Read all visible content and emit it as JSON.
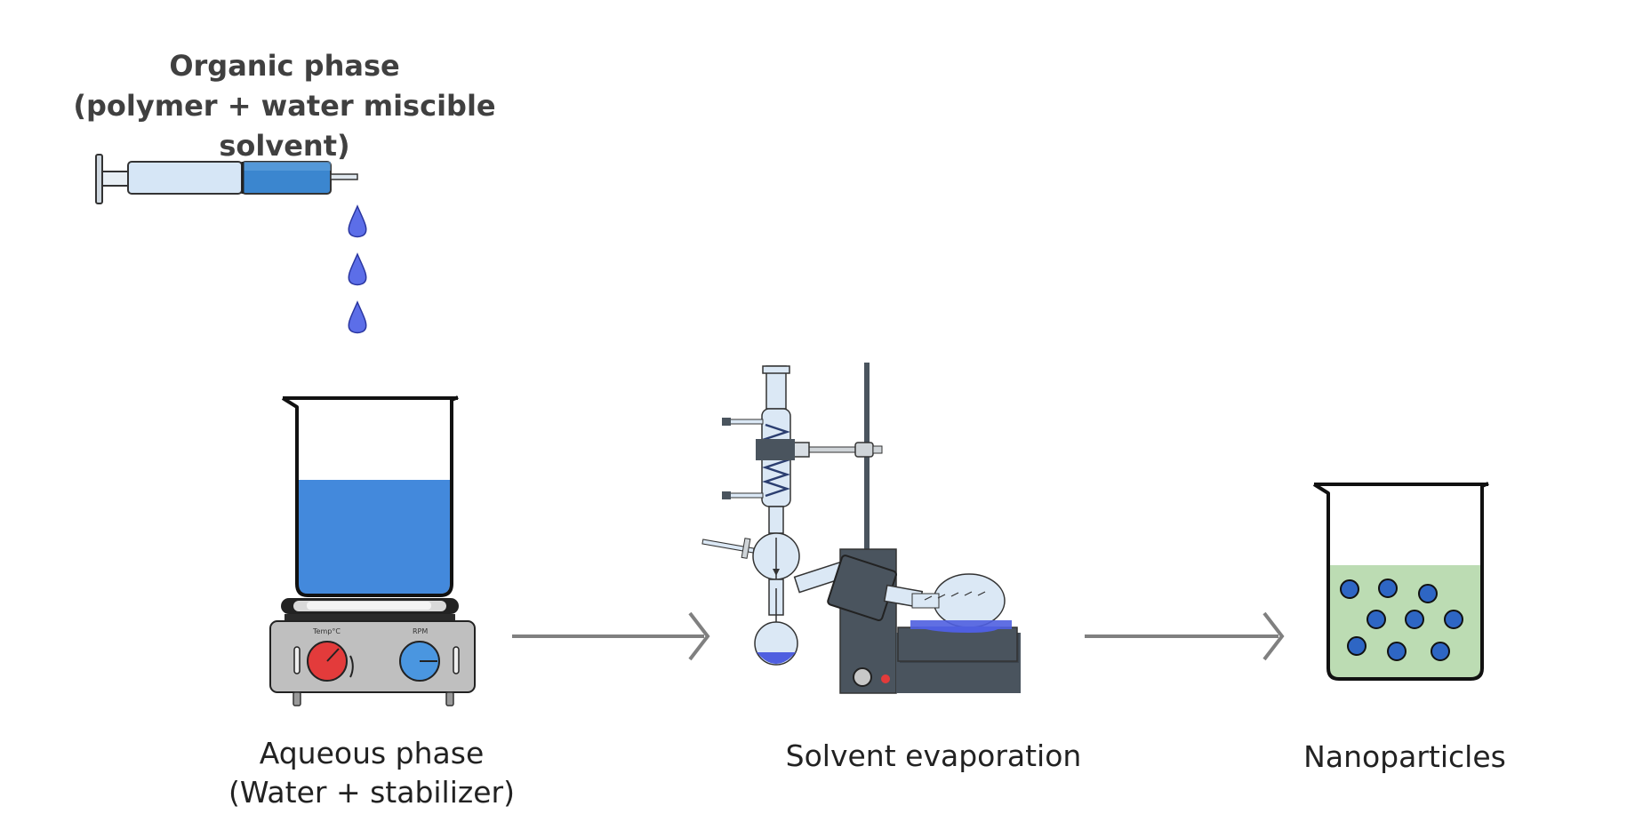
{
  "organic_phase": {
    "title": "Organic phase",
    "subtitle": "(polymer + water miscible solvent)"
  },
  "aqueous_phase": {
    "title": "Aqueous phase",
    "subtitle": "(Water + stabilizer)"
  },
  "solvent_evaporation": {
    "title": "Solvent evaporation"
  },
  "nanoparticles": {
    "title": "Nanoparticles"
  },
  "hotplate": {
    "temp_label": "Temp°C",
    "rpm_label": "RPM"
  },
  "colors": {
    "water_blue": "#4389dc",
    "drop_blue": "#5c6ee8",
    "syringe_fill": "#3b86cf",
    "syringe_light": "#d6e6f6",
    "nanoparticle_liquid": "#bcdcb3",
    "nanoparticle": "#2e66c4",
    "evaporator_body": "#4a545e",
    "arrow_gray": "#808080",
    "knob_red": "#e33b3b",
    "knob_blue": "#4a96e0"
  }
}
